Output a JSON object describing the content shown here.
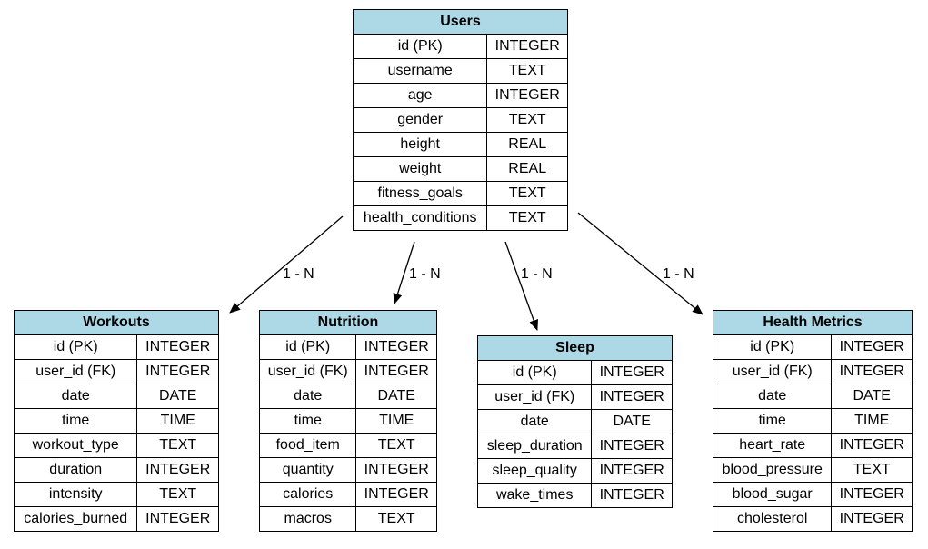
{
  "entities": {
    "users": {
      "title": "Users",
      "fields": [
        {
          "name": "id (PK)",
          "type": "INTEGER"
        },
        {
          "name": "username",
          "type": "TEXT"
        },
        {
          "name": "age",
          "type": "INTEGER"
        },
        {
          "name": "gender",
          "type": "TEXT"
        },
        {
          "name": "height",
          "type": "REAL"
        },
        {
          "name": "weight",
          "type": "REAL"
        },
        {
          "name": "fitness_goals",
          "type": "TEXT"
        },
        {
          "name": "health_conditions",
          "type": "TEXT"
        }
      ]
    },
    "workouts": {
      "title": "Workouts",
      "fields": [
        {
          "name": "id (PK)",
          "type": "INTEGER"
        },
        {
          "name": "user_id (FK)",
          "type": "INTEGER"
        },
        {
          "name": "date",
          "type": "DATE"
        },
        {
          "name": "time",
          "type": "TIME"
        },
        {
          "name": "workout_type",
          "type": "TEXT"
        },
        {
          "name": "duration",
          "type": "INTEGER"
        },
        {
          "name": "intensity",
          "type": "TEXT"
        },
        {
          "name": "calories_burned",
          "type": "INTEGER"
        }
      ]
    },
    "nutrition": {
      "title": "Nutrition",
      "fields": [
        {
          "name": "id (PK)",
          "type": "INTEGER"
        },
        {
          "name": "user_id (FK)",
          "type": "INTEGER"
        },
        {
          "name": "date",
          "type": "DATE"
        },
        {
          "name": "time",
          "type": "TIME"
        },
        {
          "name": "food_item",
          "type": "TEXT"
        },
        {
          "name": "quantity",
          "type": "INTEGER"
        },
        {
          "name": "calories",
          "type": "INTEGER"
        },
        {
          "name": "macros",
          "type": "TEXT"
        }
      ]
    },
    "sleep": {
      "title": "Sleep",
      "fields": [
        {
          "name": "id (PK)",
          "type": "INTEGER"
        },
        {
          "name": "user_id (FK)",
          "type": "INTEGER"
        },
        {
          "name": "date",
          "type": "DATE"
        },
        {
          "name": "sleep_duration",
          "type": "INTEGER"
        },
        {
          "name": "sleep_quality",
          "type": "INTEGER"
        },
        {
          "name": "wake_times",
          "type": "INTEGER"
        }
      ]
    },
    "health_metrics": {
      "title": "Health Metrics",
      "fields": [
        {
          "name": "id (PK)",
          "type": "INTEGER"
        },
        {
          "name": "user_id (FK)",
          "type": "INTEGER"
        },
        {
          "name": "date",
          "type": "DATE"
        },
        {
          "name": "time",
          "type": "TIME"
        },
        {
          "name": "heart_rate",
          "type": "INTEGER"
        },
        {
          "name": "blood_pressure",
          "type": "TEXT"
        },
        {
          "name": "blood_sugar",
          "type": "INTEGER"
        },
        {
          "name": "cholesterol",
          "type": "INTEGER"
        }
      ]
    }
  },
  "relationships": [
    {
      "from": "users",
      "to": "workouts",
      "label": "1 - N"
    },
    {
      "from": "users",
      "to": "nutrition",
      "label": "1 - N"
    },
    {
      "from": "users",
      "to": "sleep",
      "label": "1 - N"
    },
    {
      "from": "users",
      "to": "health_metrics",
      "label": "1 - N"
    }
  ],
  "colors": {
    "header_fill": "#add8e6",
    "border": "#000000",
    "background": "#ffffff"
  }
}
